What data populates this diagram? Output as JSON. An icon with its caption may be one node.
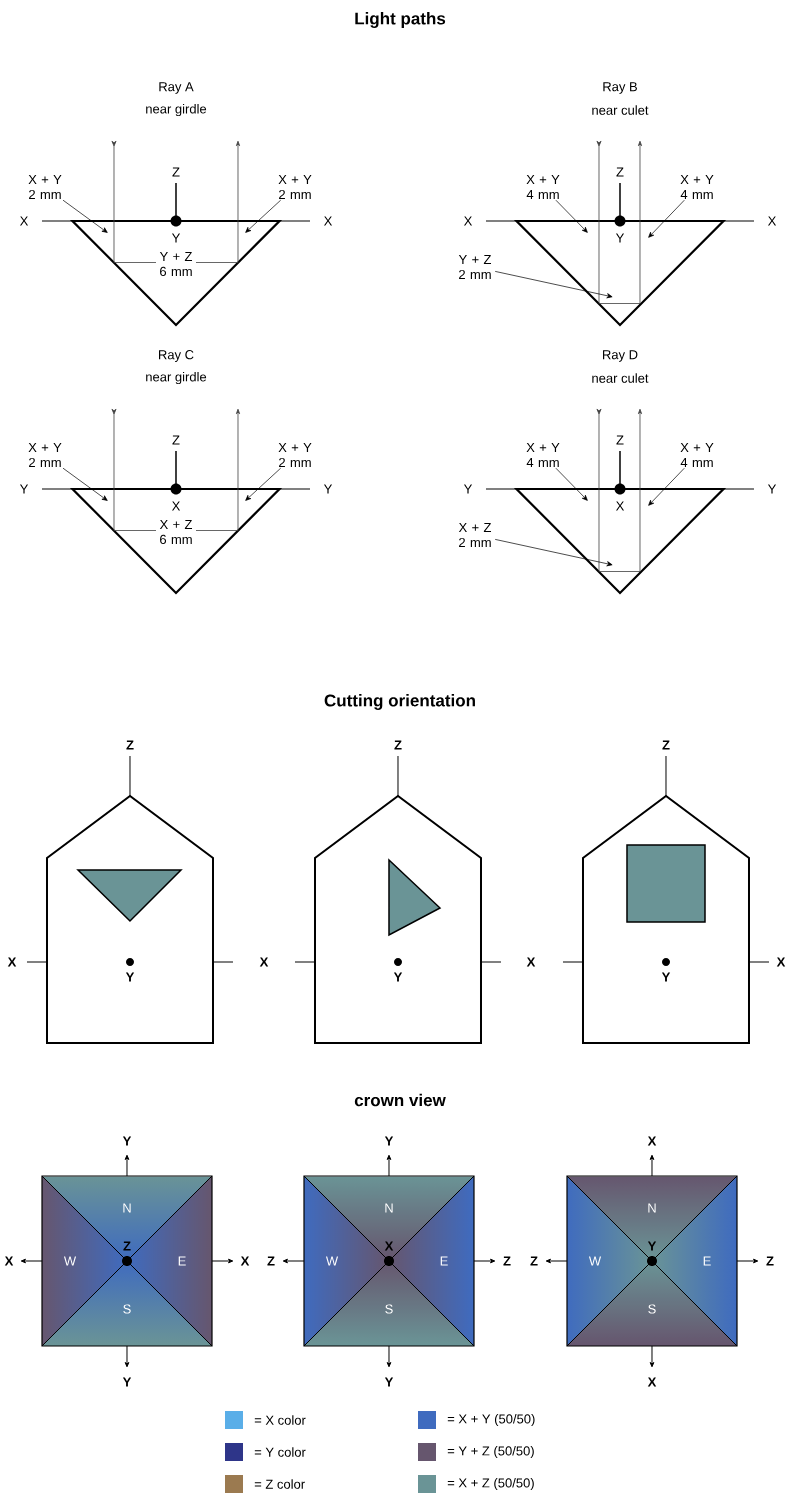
{
  "diagram": {
    "title": "Light paths",
    "nodes": [
      {
        "text": [
          "X + Y 2 mm"
        ]
      },
      {
        "text": [
          "X + Y 2 mm"
        ]
      },
      {
        "text": [
          "X + Y 4 mm"
        ]
      },
      {
        "text": [
          "X + Y 4 mm"
        ]
      },
      {
        "text": [
          "Y + Z 2 mm"
        ]
      },
      {
        "text": [
          "X + Y 2 mm"
        ]
      },
      {
        "text": [
          "X + Y 2 mm"
        ]
      },
      {
        "text": [
          "X + Y 4 mm"
        ]
      },
      {
        "text": [
          "X + Y 4 mm"
        ]
      },
      {
        "text": [
          "X + Z 2 mm"
        ]
      }
    ],
    "edges": [
      {
        "from": 0,
        "to": null,
        "arrow": "to"
      },
      {
        "from": 1,
        "to": null,
        "arrow": "to"
      },
      {
        "from": 2,
        "to": null,
        "arrow": "to"
      },
      {
        "from": 3,
        "to": null,
        "arrow": "to"
      },
      {
        "from": 4,
        "to": null,
        "arrow": "to"
      },
      {
        "from": 5,
        "to": null,
        "arrow": "to"
      },
      {
        "from": 6,
        "to": null,
        "arrow": "to"
      },
      {
        "from": 7,
        "to": null,
        "arrow": "to"
      },
      {
        "from": 8,
        "to": null,
        "arrow": "to"
      },
      {
        "from": 9,
        "to": null,
        "arrow": "to"
      }
    ],
    "labels": [
      "Ray A",
      "near girdle",
      "Z",
      "X",
      "X",
      "Y",
      "Y + Z 6 mm",
      "Ray B",
      "near culet",
      "Z",
      "X",
      "X",
      "Y",
      "Ray C",
      "near girdle",
      "Z",
      "Y",
      "Y",
      "X",
      "X + Z 6 mm",
      "Ray D",
      "near culet",
      "Z",
      "Y",
      "Y",
      "X",
      "Cutting orientation",
      "Z",
      "Z",
      "Z",
      "X",
      "X",
      "X",
      "X",
      "Y",
      "Y",
      "Y",
      "crown view",
      "Y",
      "N",
      "X",
      "W",
      "Z",
      "E",
      "X",
      "S",
      "Y",
      "Y",
      "N",
      "Z",
      "W",
      "X",
      "E",
      "Z",
      "S",
      "Y",
      "X",
      "N",
      "Z",
      "W",
      "Y",
      "E",
      "Z",
      "S",
      "X"
    ],
    "legend": [
      {
        "text": "= X color",
        "color": "#5aaee8"
      },
      {
        "text": "= Y color",
        "color": "#2e3589"
      },
      {
        "text": "= Z color",
        "color": "#9b7a50"
      },
      {
        "text": "= X + Y (50/50)",
        "color": "#3f6bbf"
      },
      {
        "text": "= Y + Z (50/50)",
        "color": "#66566e"
      },
      {
        "text": "= X + Z (50/50)",
        "color": "#6a9496"
      }
    ]
  }
}
